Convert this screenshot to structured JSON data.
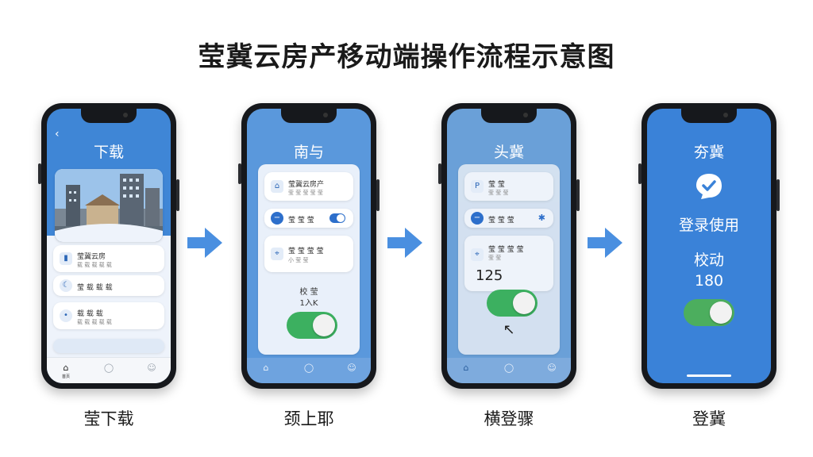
{
  "title": "莹冀云房产移动端操作流程示意图",
  "phones": [
    {
      "screen_title": "下载",
      "rows": [
        {
          "title": "莹冀云房",
          "sub": "载 载 载 载 载"
        },
        {
          "title": "莹 载 载 载",
          "sub": ""
        },
        {
          "title": "载 载 载",
          "sub": "载 载 载 载 载"
        }
      ],
      "tabs": [
        "首页",
        "",
        ""
      ]
    },
    {
      "screen_title": "南与",
      "rows": [
        {
          "title": "莹冀云房产",
          "sub": "莹 莹 莹 莹 莹"
        },
        {
          "title": "莹 莹 莹",
          "sub": ""
        },
        {
          "title": "莹 莹 莹 莹",
          "sub": "小 莹 莹"
        }
      ],
      "mid_label": "校 莹",
      "mid_value": "1入K",
      "tabs": [
        "",
        "",
        ""
      ]
    },
    {
      "screen_title": "头冀",
      "rows": [
        {
          "title": "莹 莹",
          "sub": "莹 莹 莹"
        },
        {
          "title": "莹 莹 莹",
          "sub": ""
        },
        {
          "title": "莹 莹 莹 莹",
          "sub": "莹 莹"
        }
      ],
      "mid_value": "125",
      "tabs": [
        "",
        "",
        ""
      ]
    },
    {
      "screen_title": "夯冀",
      "login_text": "登录使用",
      "label": "校动",
      "value": "180"
    }
  ],
  "captions": [
    "莹下载",
    "颈上耶",
    "横登骤",
    "登冀"
  ],
  "colors": {
    "blue": "#3f86d6",
    "green": "#3cb060",
    "arrow": "#4a8fe0"
  }
}
